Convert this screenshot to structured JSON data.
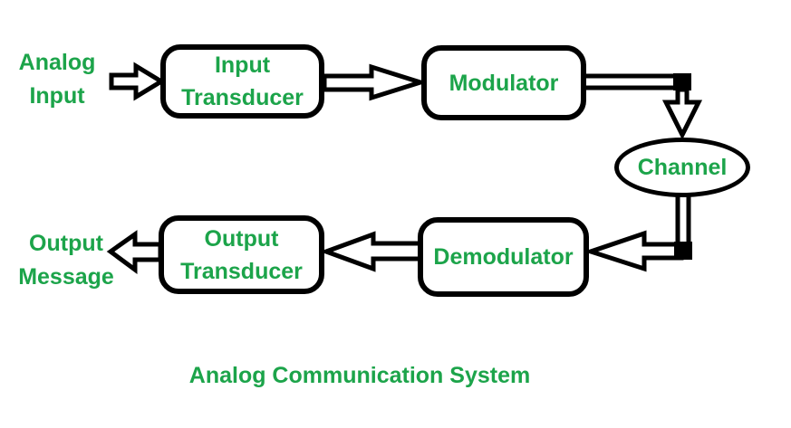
{
  "title": "Analog Communication System",
  "colors": {
    "text_green": "#1CA44A",
    "line_black": "#000000",
    "background": "#ffffff"
  },
  "nodes": {
    "input_transducer": {
      "line1": "Input",
      "line2": "Transducer",
      "shape": "rounded-rectangle"
    },
    "modulator": {
      "line1": "Modulator",
      "shape": "rounded-rectangle"
    },
    "channel": {
      "line1": "Channel",
      "shape": "ellipse"
    },
    "demodulator": {
      "line1": "Demodulator",
      "shape": "rounded-rectangle"
    },
    "output_transducer": {
      "line1": "Output",
      "line2": "Transducer",
      "shape": "rounded-rectangle"
    }
  },
  "external_labels": {
    "analog_input": {
      "line1": "Analog",
      "line2": "Input"
    },
    "output_message": {
      "line1": "Output",
      "line2": "Message"
    }
  },
  "connections": [
    {
      "from": "Analog Input",
      "to": "Input Transducer",
      "style": "hollow-block-arrow"
    },
    {
      "from": "Input Transducer",
      "to": "Modulator",
      "style": "double-line-hollow-arrow"
    },
    {
      "from": "Modulator",
      "to": "Channel",
      "style": "double-line-elbow-hollow-arrow"
    },
    {
      "from": "Channel",
      "to": "Demodulator",
      "style": "double-line-elbow-hollow-arrow"
    },
    {
      "from": "Demodulator",
      "to": "Output Transducer",
      "style": "double-line-hollow-arrow"
    },
    {
      "from": "Output Transducer",
      "to": "Output Message",
      "style": "hollow-block-arrow"
    }
  ]
}
